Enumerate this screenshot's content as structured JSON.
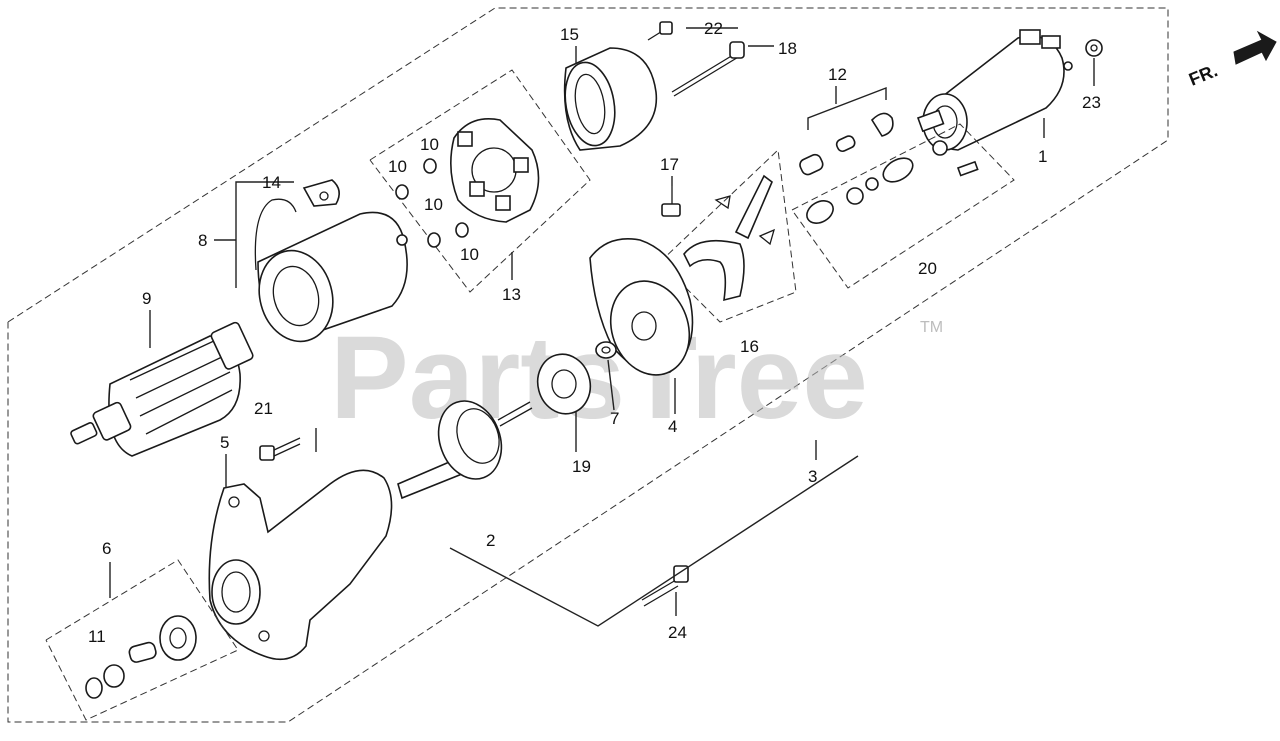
{
  "watermark": {
    "brand": "PartsTree",
    "trademark": "TM"
  },
  "direction_indicator": "FR.",
  "callouts": [
    {
      "id": "c1",
      "text": "1"
    },
    {
      "id": "c2",
      "text": "2"
    },
    {
      "id": "c3",
      "text": "3"
    },
    {
      "id": "c4",
      "text": "4"
    },
    {
      "id": "c5",
      "text": "5"
    },
    {
      "id": "c6",
      "text": "6"
    },
    {
      "id": "c7",
      "text": "7"
    },
    {
      "id": "c8",
      "text": "8"
    },
    {
      "id": "c9",
      "text": "9"
    },
    {
      "id": "c10a",
      "text": "10"
    },
    {
      "id": "c10b",
      "text": "10"
    },
    {
      "id": "c10c",
      "text": "10"
    },
    {
      "id": "c10d",
      "text": "10"
    },
    {
      "id": "c11",
      "text": "11"
    },
    {
      "id": "c12",
      "text": "12"
    },
    {
      "id": "c13",
      "text": "13"
    },
    {
      "id": "c14",
      "text": "14"
    },
    {
      "id": "c15",
      "text": "15"
    },
    {
      "id": "c16",
      "text": "16"
    },
    {
      "id": "c17",
      "text": "17"
    },
    {
      "id": "c18",
      "text": "18"
    },
    {
      "id": "c19",
      "text": "19"
    },
    {
      "id": "c20",
      "text": "20"
    },
    {
      "id": "c21",
      "text": "21"
    },
    {
      "id": "c22",
      "text": "22"
    },
    {
      "id": "c23",
      "text": "23"
    },
    {
      "id": "c24",
      "text": "24"
    }
  ]
}
